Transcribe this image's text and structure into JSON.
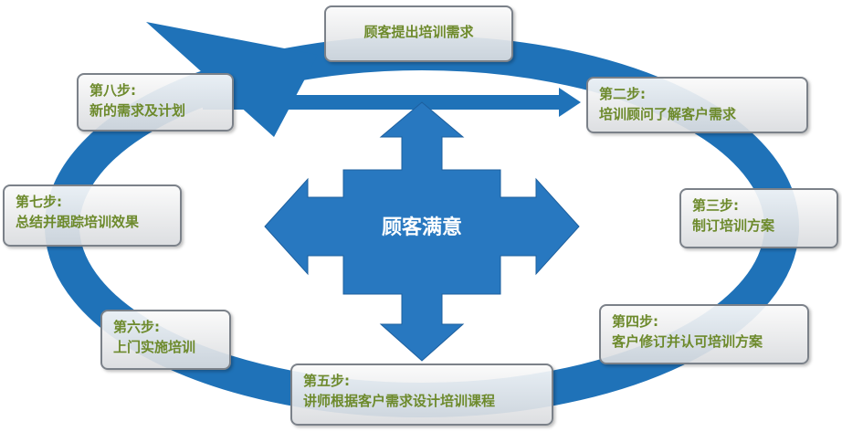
{
  "colors": {
    "ring": "#1f72b8",
    "center_cross": "#2878c0",
    "step_text": "#6d8a2c",
    "box_border": "#7b8189"
  },
  "center": {
    "label": "顾客满意"
  },
  "top_box": {
    "label": "顾客提出培训需求"
  },
  "steps": [
    {
      "title": "第二步:",
      "desc": "培训顾问了解客户需求"
    },
    {
      "title": "第三步:",
      "desc": "制订培训方案"
    },
    {
      "title": "第四步:",
      "desc": "客户修订并认可培训方案"
    },
    {
      "title": "第五步:",
      "desc": "讲师根据客户需求设计培训课程"
    },
    {
      "title": "第六步:",
      "desc": "上门实施培训"
    },
    {
      "title": "第七步:",
      "desc": "总结并跟踪培训效果"
    },
    {
      "title": "第八步:",
      "desc": "新的需求及计划"
    }
  ]
}
